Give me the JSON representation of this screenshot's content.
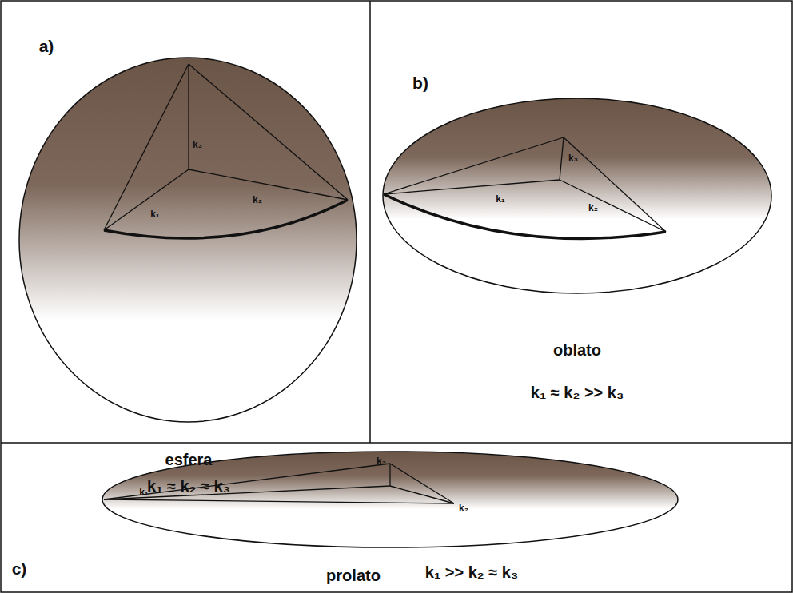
{
  "diagram": {
    "labels": [
      "a)",
      "k₃",
      "k₁",
      "k₂",
      "esfera",
      "k₁ ≈ k₂ ≈ k₃",
      "b)",
      "k₃",
      "k₁",
      "k₂",
      "oblato",
      "k₁ ≈ k₂ >> k₃",
      "c)",
      "k₁",
      "k₃",
      "k₂",
      "prolato",
      "k₁ >> k₂ ≈ k₃"
    ]
  }
}
